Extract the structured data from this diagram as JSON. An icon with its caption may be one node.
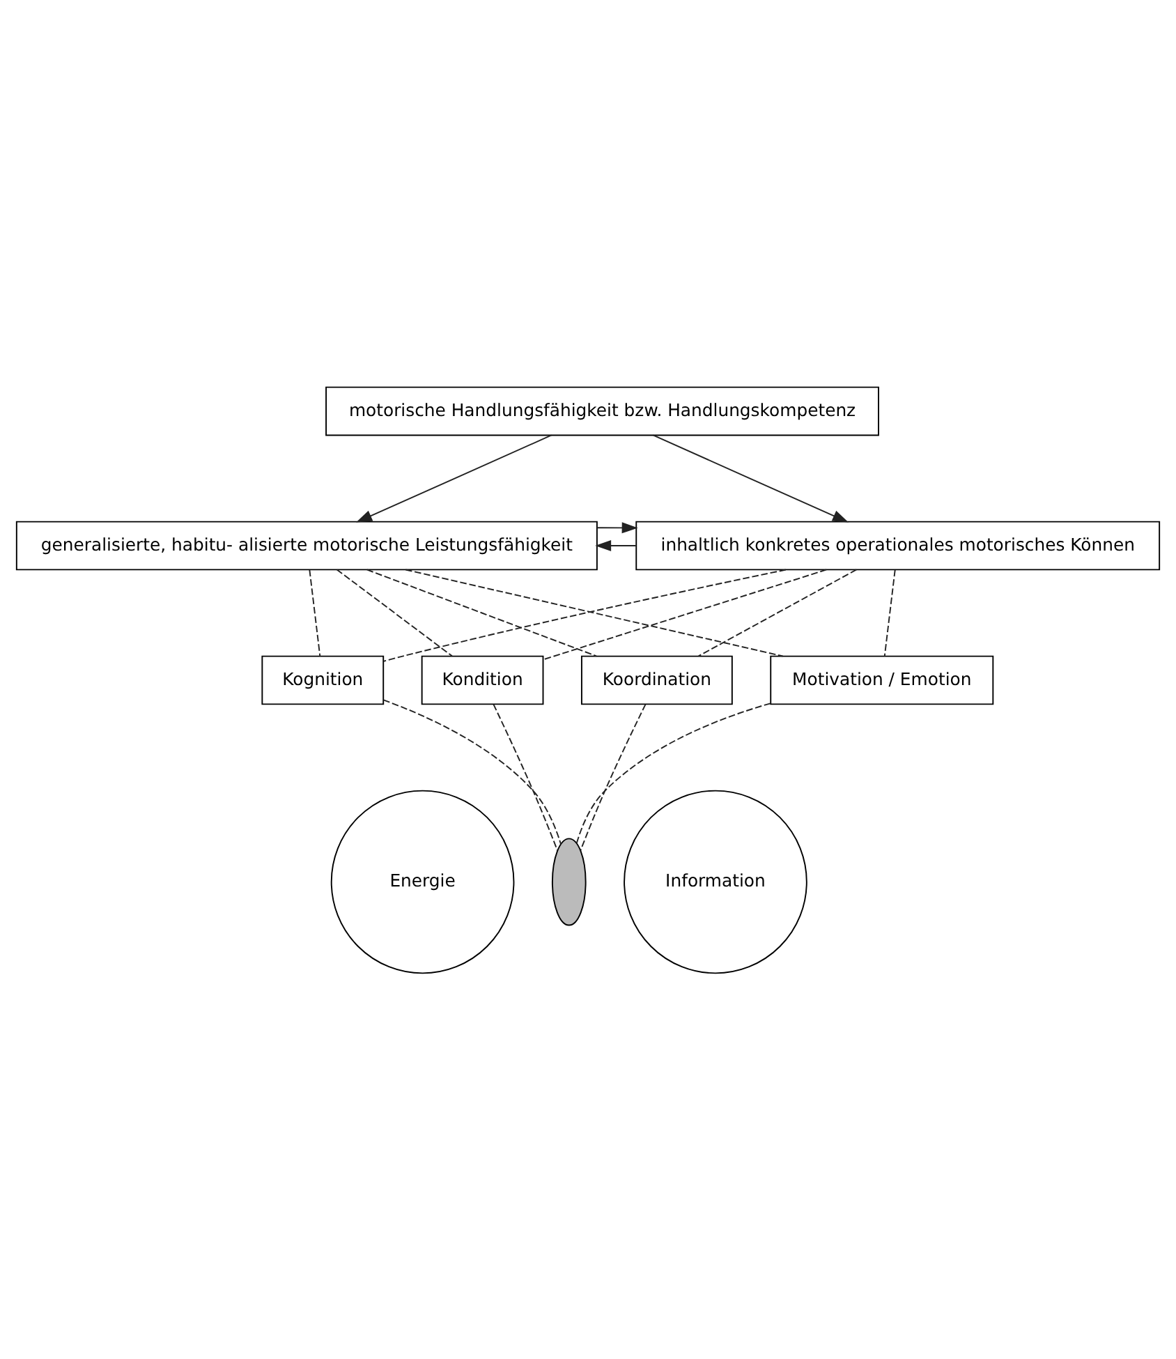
{
  "diagram": {
    "nodes": [
      {
        "text": [
          "motorische Handlungsfähigkeit bzw. Handlungskompetenz"
        ]
      },
      {
        "text": [
          "generalisierte, habitu- alisierte motorische Leistungsfähigkeit"
        ]
      },
      {
        "text": [
          "inhaltlich konkretes operationales motorisches Können"
        ]
      },
      {
        "text": [
          "Kognition"
        ]
      },
      {
        "text": [
          "Kondition"
        ]
      },
      {
        "text": [
          "Koordination"
        ]
      },
      {
        "text": [
          "Motivation / Emotion"
        ]
      },
      {
        "text": [
          "Energie"
        ]
      },
      {
        "text": [],
        "shape": "ellipse"
      },
      {
        "text": [
          "Information"
        ]
      }
    ],
    "edges": [
      {
        "from": 0,
        "to": 1,
        "arrow": "to"
      },
      {
        "from": 0,
        "to": 2,
        "arrow": "to"
      },
      {
        "from": 2,
        "to": 1,
        "arrow": "to"
      },
      {
        "from": 1,
        "to": 2,
        "arrow": "to"
      },
      {
        "from": 1,
        "to": 3,
        "arrow": "none",
        "style": "dashed"
      },
      {
        "from": 1,
        "to": 4,
        "arrow": "none",
        "style": "dashed"
      },
      {
        "from": 1,
        "to": 5,
        "arrow": "none",
        "style": "dashed"
      },
      {
        "from": 1,
        "to": 6,
        "arrow": "none",
        "style": "dashed"
      },
      {
        "from": 2,
        "to": 3,
        "arrow": "none",
        "style": "dashed"
      },
      {
        "from": 2,
        "to": 4,
        "arrow": "none",
        "style": "dashed"
      },
      {
        "from": 2,
        "to": 5,
        "arrow": "none",
        "style": "dashed"
      },
      {
        "from": 2,
        "to": 6,
        "arrow": "none",
        "style": "dashed"
      },
      {
        "from": 3,
        "to": 8,
        "arrow": "none",
        "style": "dashed"
      },
      {
        "from": 4,
        "to": 8,
        "arrow": "none",
        "style": "dashed"
      },
      {
        "from": 5,
        "to": 8,
        "arrow": "none",
        "style": "dashed"
      },
      {
        "from": 6,
        "to": 8,
        "arrow": "none",
        "style": "dashed"
      }
    ]
  }
}
